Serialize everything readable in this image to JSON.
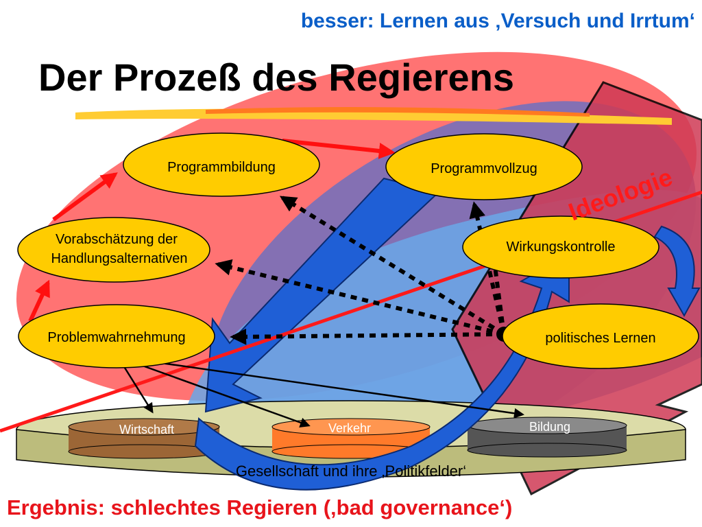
{
  "header": {
    "subtitle": "besser: Lernen aus ‚Versuch und Irrtum‘",
    "title": "Der Prozeß des Regierens"
  },
  "diagram": {
    "nodes": {
      "programmbildung": "Programmbildung",
      "programmvollzug": "Programmvollzug",
      "vorab_line1": "Vorabschätzung der",
      "vorab_line2": "Handlungsalternativen",
      "wirkungskontrolle": "Wirkungskontrolle",
      "problemwahrnehmung": "Problemwahrnehmung",
      "politisches_lernen": "politisches Lernen"
    },
    "policy_fields": {
      "wirtschaft": "Wirtschaft",
      "verkehr": "Verkehr",
      "bildung": "Bildung"
    },
    "base_label": "Gesellschaft und ihre ‚Politikfelder‘",
    "ideology_label": "Ideologie"
  },
  "footer": {
    "result": "Ergebnis: schlechtes Regieren (‚bad governance‘)"
  },
  "colors": {
    "node_fill": "#ffcc00",
    "red_zone": "#ff5a5a",
    "blue_zone": "#5b96e0",
    "ideology_red": "#ff2020",
    "subtitle_blue": "#0a5ec8",
    "result_red": "#e8141b",
    "base_fill": "#c8c890",
    "wirtschaft_fill": "#9c6636",
    "verkehr_fill": "#ff8033",
    "bildung_fill": "#6e6e6e"
  }
}
